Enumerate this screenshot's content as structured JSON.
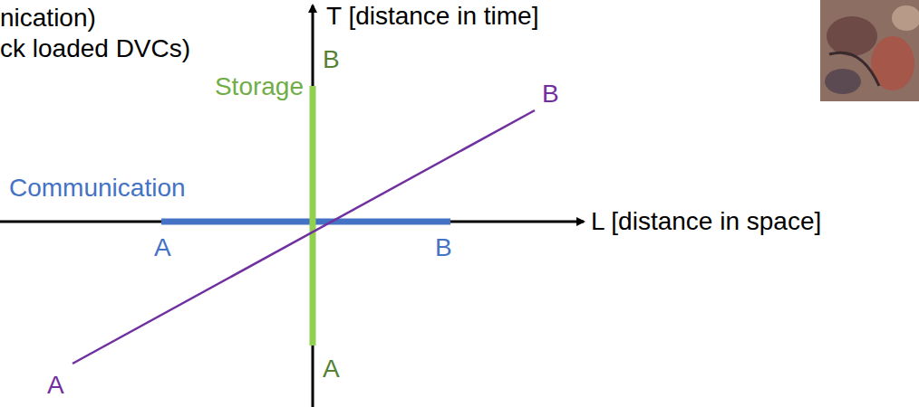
{
  "diagram": {
    "labels": [
      "nication)",
      "ck loaded DVCs)",
      "T [distance in time]",
      "Storage",
      "B",
      "Communication",
      "A",
      "B",
      "L [distance in space]",
      "A",
      "B",
      "A"
    ]
  }
}
